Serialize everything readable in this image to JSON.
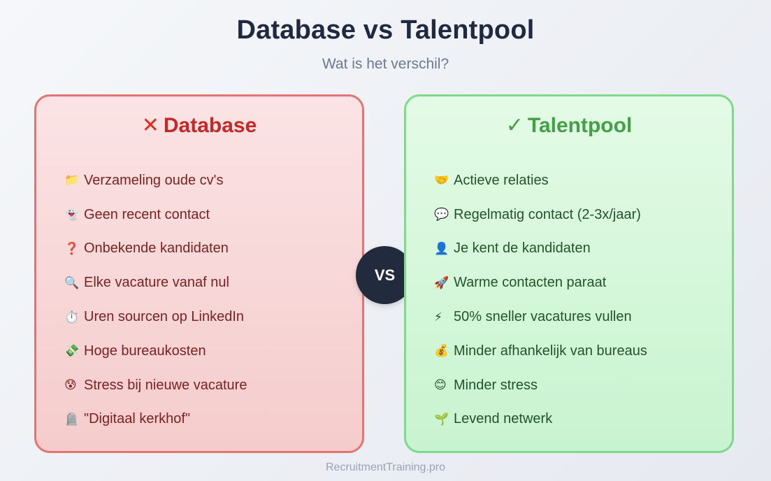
{
  "header": {
    "title": "Database vs Talentpool",
    "subtitle": "Wat is het verschil?"
  },
  "database": {
    "mark": "✕",
    "title": "Database",
    "accent": "#c62828",
    "items": [
      {
        "icon": "📁",
        "icon_name": "folder-icon",
        "text": "Verzameling oude cv's"
      },
      {
        "icon": "👻",
        "icon_name": "ghost-icon",
        "text": "Geen recent contact"
      },
      {
        "icon": "❓",
        "icon_name": "question-icon",
        "text": "Onbekende kandidaten"
      },
      {
        "icon": "🔍",
        "icon_name": "magnifier-icon",
        "text": "Elke vacature vanaf nul"
      },
      {
        "icon": "⏱️",
        "icon_name": "stopwatch-icon",
        "text": "Uren sourcen op LinkedIn"
      },
      {
        "icon": "💸",
        "icon_name": "money-wings-icon",
        "text": "Hoge bureaukosten"
      },
      {
        "icon": "😰",
        "icon_name": "anxious-face-icon",
        "text": "Stress bij nieuwe vacature"
      },
      {
        "icon": "🪦",
        "icon_name": "headstone-icon",
        "text": "\"Digitaal kerkhof\""
      }
    ]
  },
  "talentpool": {
    "mark": "✓",
    "title": "Talentpool",
    "accent": "#43a047",
    "items": [
      {
        "icon": "🤝",
        "icon_name": "handshake-icon",
        "text": "Actieve relaties"
      },
      {
        "icon": "💬",
        "icon_name": "speech-bubble-icon",
        "text": "Regelmatig contact (2-3x/jaar)"
      },
      {
        "icon": "👤",
        "icon_name": "person-icon",
        "text": "Je kent de kandidaten"
      },
      {
        "icon": "🚀",
        "icon_name": "rocket-icon",
        "text": "Warme contacten paraat"
      },
      {
        "icon": "⚡",
        "icon_name": "lightning-icon",
        "text": "50% sneller vacatures vullen"
      },
      {
        "icon": "💰",
        "icon_name": "money-bag-icon",
        "text": "Minder afhankelijk van bureaus"
      },
      {
        "icon": "😊",
        "icon_name": "smile-icon",
        "text": "Minder stress"
      },
      {
        "icon": "🌱",
        "icon_name": "seedling-icon",
        "text": "Levend netwerk"
      }
    ]
  },
  "vs_label": "VS",
  "footer": "RecruitmentTraining.pro"
}
